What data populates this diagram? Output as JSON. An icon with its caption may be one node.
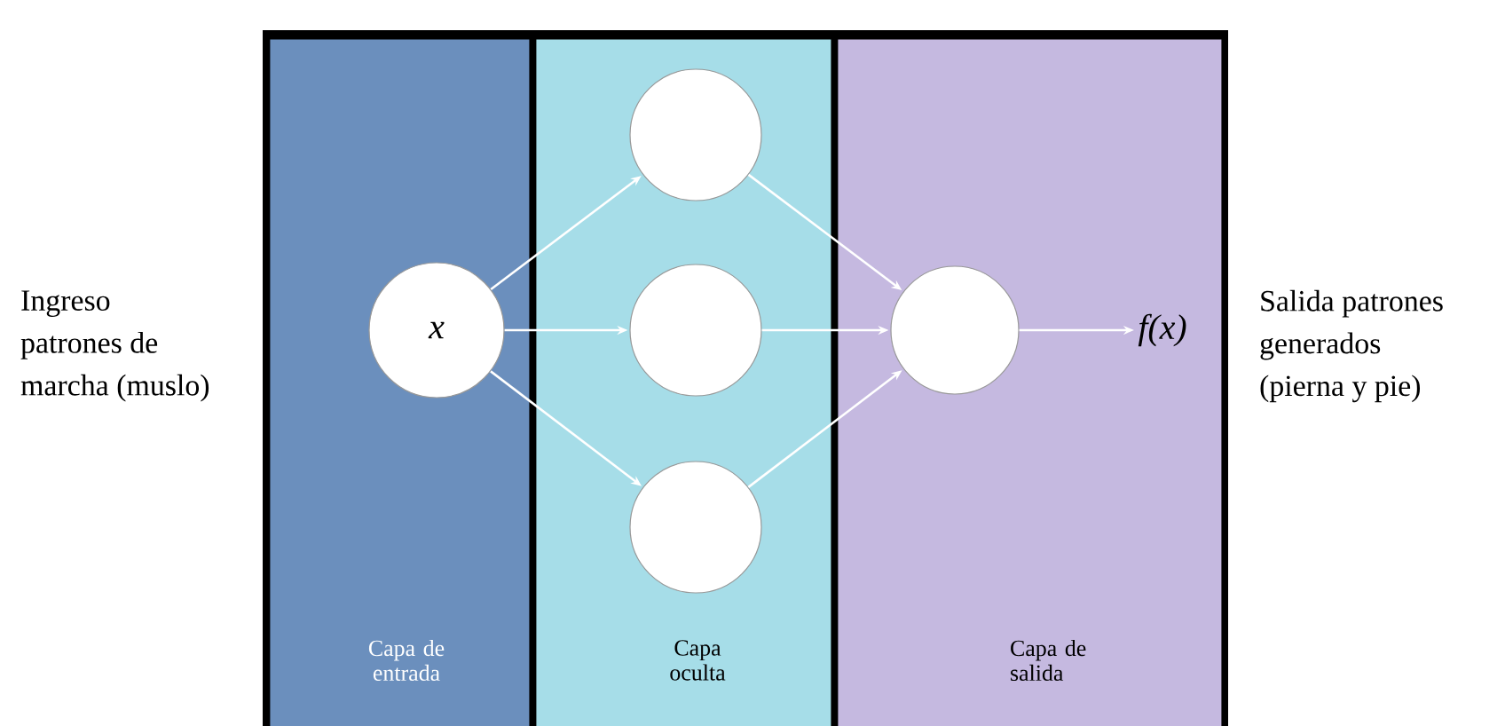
{
  "diagram": {
    "nodes": [
      {
        "text": [
          "Capa de entrada"
        ]
      },
      {
        "text": [
          "Capa oculta"
        ]
      },
      {
        "text": [
          "Capa de salida"
        ]
      },
      {
        "text": [
          "x"
        ],
        "in": 0
      },
      {
        "text": [],
        "shape": "circle",
        "in": 1
      },
      {
        "text": [],
        "shape": "circle",
        "in": 1
      },
      {
        "text": [],
        "shape": "circle",
        "in": 1
      },
      {
        "text": [],
        "shape": "circle",
        "in": 2
      },
      {
        "text": [
          "f(x)"
        ],
        "in": 2
      }
    ],
    "edges": [
      {
        "from": 3,
        "to": 4,
        "arrow": "to"
      },
      {
        "from": 3,
        "to": 5,
        "arrow": "to"
      },
      {
        "from": 3,
        "to": 6,
        "arrow": "to"
      },
      {
        "from": 4,
        "to": 7,
        "arrow": "to"
      },
      {
        "from": 5,
        "to": 7,
        "arrow": "to"
      },
      {
        "from": 6,
        "to": 7,
        "arrow": "to"
      },
      {
        "from": 7,
        "to": 8,
        "arrow": "to"
      }
    ],
    "labels": [
      "Ingreso patrones de marcha (muslo)",
      "Salida patrones generados (pierna y pie)"
    ]
  }
}
